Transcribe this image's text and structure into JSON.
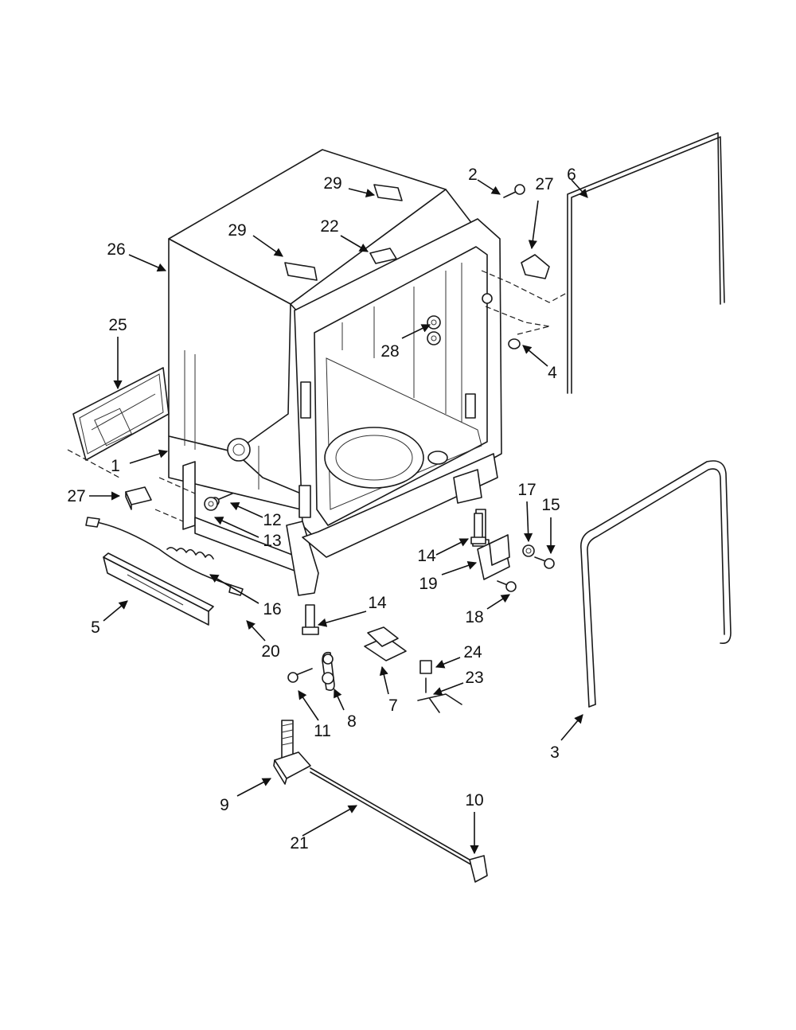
{
  "callouts": [
    {
      "id": "c1",
      "label": "1"
    },
    {
      "id": "c2",
      "label": "2"
    },
    {
      "id": "c3",
      "label": "3"
    },
    {
      "id": "c4",
      "label": "4"
    },
    {
      "id": "c5",
      "label": "5"
    },
    {
      "id": "c6",
      "label": "6"
    },
    {
      "id": "c7",
      "label": "7"
    },
    {
      "id": "c8",
      "label": "8"
    },
    {
      "id": "c9",
      "label": "9"
    },
    {
      "id": "c10",
      "label": "10"
    },
    {
      "id": "c11",
      "label": "11"
    },
    {
      "id": "c12",
      "label": "12"
    },
    {
      "id": "c13",
      "label": "13"
    },
    {
      "id": "c14a",
      "label": "14"
    },
    {
      "id": "c14b",
      "label": "14"
    },
    {
      "id": "c15",
      "label": "15"
    },
    {
      "id": "c16",
      "label": "16"
    },
    {
      "id": "c17",
      "label": "17"
    },
    {
      "id": "c18",
      "label": "18"
    },
    {
      "id": "c19",
      "label": "19"
    },
    {
      "id": "c20",
      "label": "20"
    },
    {
      "id": "c21",
      "label": "21"
    },
    {
      "id": "c22",
      "label": "22"
    },
    {
      "id": "c23",
      "label": "23"
    },
    {
      "id": "c24",
      "label": "24"
    },
    {
      "id": "c25",
      "label": "25"
    },
    {
      "id": "c26",
      "label": "26"
    },
    {
      "id": "c27a",
      "label": "27"
    },
    {
      "id": "c27b",
      "label": "27"
    },
    {
      "id": "c28",
      "label": "28"
    },
    {
      "id": "c29a",
      "label": "29"
    },
    {
      "id": "c29b",
      "label": "29"
    }
  ]
}
